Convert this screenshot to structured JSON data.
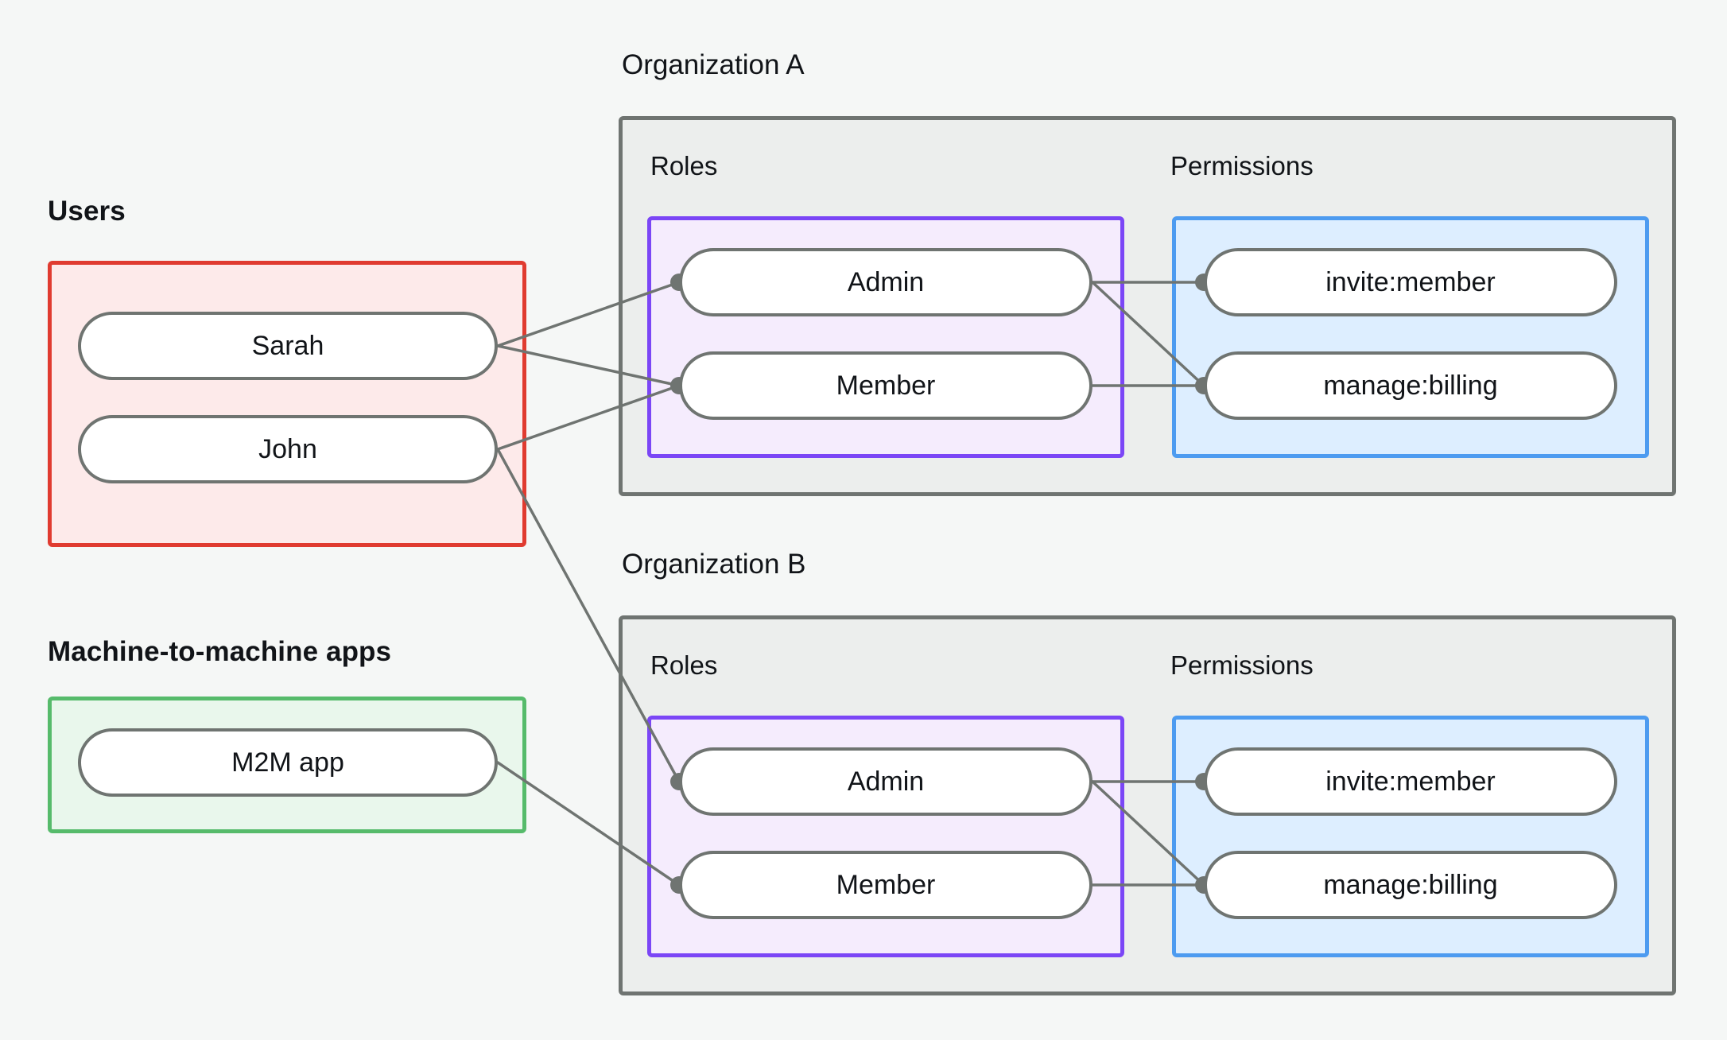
{
  "diagram": {
    "title_users": "Users",
    "title_m2m": "Machine-to-machine apps",
    "org_a_title": "Organization A",
    "org_b_title": "Organization B",
    "section_roles": "Roles",
    "section_permissions": "Permissions"
  },
  "users": {
    "label": "Users",
    "items": [
      {
        "id": "sarah",
        "label": "Sarah"
      },
      {
        "id": "john",
        "label": "John"
      }
    ]
  },
  "m2m": {
    "label": "Machine-to-machine apps",
    "items": [
      {
        "id": "m2m-app",
        "label": "M2M app"
      }
    ]
  },
  "organizations": [
    {
      "id": "org-a",
      "title": "Organization A",
      "roles_label": "Roles",
      "permissions_label": "Permissions",
      "roles": [
        {
          "id": "org-a-admin",
          "label": "Admin"
        },
        {
          "id": "org-a-member",
          "label": "Member"
        }
      ],
      "permissions": [
        {
          "id": "org-a-invite-member",
          "label": "invite:member"
        },
        {
          "id": "org-a-manage-billing",
          "label": "manage:billing"
        }
      ]
    },
    {
      "id": "org-b",
      "title": "Organization B",
      "roles_label": "Roles",
      "permissions_label": "Permissions",
      "roles": [
        {
          "id": "org-b-admin",
          "label": "Admin"
        },
        {
          "id": "org-b-member",
          "label": "Member"
        }
      ],
      "permissions": [
        {
          "id": "org-b-invite-member",
          "label": "invite:member"
        },
        {
          "id": "org-b-manage-billing",
          "label": "manage:billing"
        }
      ]
    }
  ],
  "edges": [
    {
      "from": "sarah",
      "to": "org-a-admin"
    },
    {
      "from": "sarah",
      "to": "org-a-member"
    },
    {
      "from": "john",
      "to": "org-a-member"
    },
    {
      "from": "john",
      "to": "org-b-admin"
    },
    {
      "from": "m2m-app",
      "to": "org-b-member"
    },
    {
      "from": "org-a-admin",
      "to": "org-a-invite-member"
    },
    {
      "from": "org-a-admin",
      "to": "org-a-manage-billing"
    },
    {
      "from": "org-a-member",
      "to": "org-a-manage-billing"
    },
    {
      "from": "org-b-admin",
      "to": "org-b-invite-member"
    },
    {
      "from": "org-b-admin",
      "to": "org-b-manage-billing"
    },
    {
      "from": "org-b-member",
      "to": "org-b-manage-billing"
    }
  ],
  "colors": {
    "background": "#f5f7f6",
    "users_border": "#e03b30",
    "users_fill": "#fdeaea",
    "m2m_border": "#56bb6b",
    "m2m_fill": "#e9f7ec",
    "org_border": "#6f7471",
    "org_fill": "#eceeed",
    "roles_border": "#7b46f6",
    "roles_fill": "#f5ecfd",
    "permissions_border": "#4d9bf0",
    "permissions_fill": "#ddeeff",
    "node_border": "#6f7471",
    "node_fill": "#ffffff",
    "edge": "#6f7471",
    "text": "#111418"
  }
}
